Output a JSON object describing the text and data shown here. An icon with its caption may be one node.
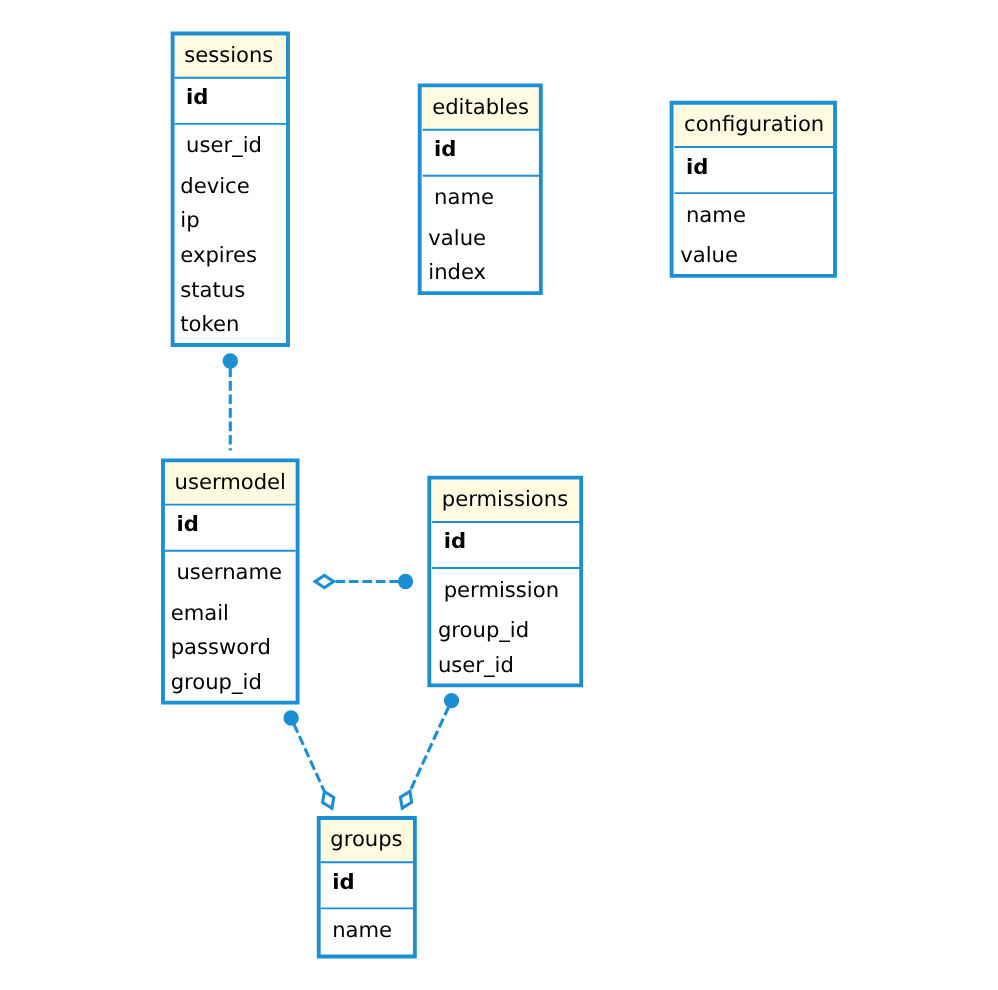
{
  "diagram": {
    "nodes": [
      {
        "text": [
          "sessions",
          "id",
          "user_id",
          "device",
          "ip",
          "expires",
          "status",
          "token"
        ]
      },
      {
        "text": [
          "editables",
          "id",
          "name",
          "value",
          "index"
        ]
      },
      {
        "text": [
          "configuration",
          "id",
          "name",
          "value"
        ]
      },
      {
        "text": [
          "usermodel",
          "id",
          "username",
          "email",
          "password",
          "group_id"
        ]
      },
      {
        "text": [
          "permissions",
          "id",
          "permission",
          "group_id",
          "user_id"
        ]
      },
      {
        "text": [
          "groups",
          "id",
          "name"
        ]
      }
    ],
    "edges": [
      {
        "from": 0,
        "to": 3,
        "arrow": "other",
        "style": "dashed"
      },
      {
        "from": 4,
        "to": 3,
        "arrow": "other",
        "style": "dashed"
      },
      {
        "from": 3,
        "to": 5,
        "arrow": "other",
        "style": "dashed"
      },
      {
        "from": 4,
        "to": 5,
        "arrow": "other",
        "style": "dashed"
      }
    ]
  }
}
